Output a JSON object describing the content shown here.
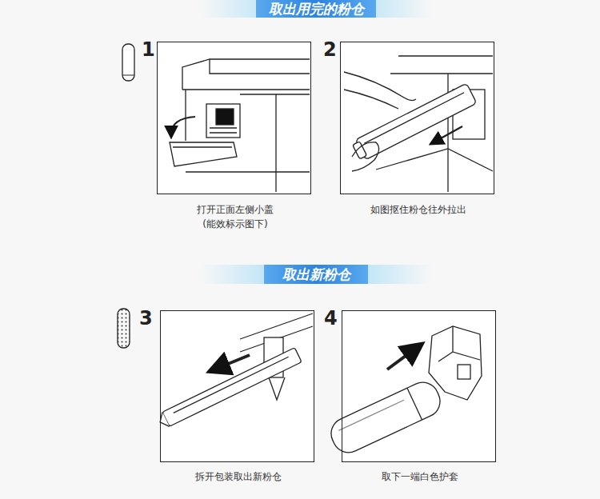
{
  "diagram": {
    "nodes": [
      {
        "text": [
          "取出用完的粉仓"
        ]
      },
      {
        "text": [
          "1",
          "打开正面左侧小盖 (能效标示图下)"
        ]
      },
      {
        "text": [
          "2",
          "如图抠住粉仓往外拉出"
        ]
      },
      {
        "text": [
          "取出新粉仓"
        ]
      },
      {
        "text": [
          "3",
          "拆开包装取出新粉仓"
        ]
      },
      {
        "text": [
          "4",
          "取下一端白色护套"
        ]
      }
    ]
  }
}
